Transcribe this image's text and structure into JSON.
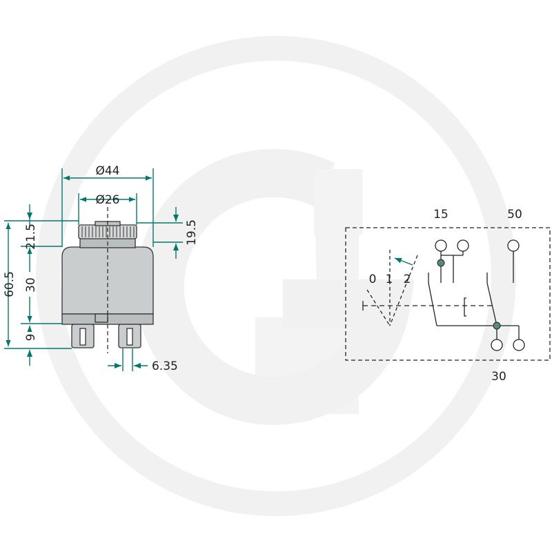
{
  "colors": {
    "dimension": "#00796b",
    "watermark": "#f1f1f1",
    "body_fill": "#c9cdcd",
    "body_stroke": "#333333",
    "junction": "#5a8a7a"
  },
  "watermark": {
    "icon": "g-logo-icon"
  },
  "switch_drawing": {
    "dimensions": {
      "outer_diameter": "Ø44",
      "inner_diameter": "Ø26",
      "total_height": "60.5",
      "cap_height": "21.5",
      "cap_height_right": "19.5",
      "body_height": "30",
      "terminal_height": "9",
      "terminal_width": "6.35"
    }
  },
  "schematic": {
    "terminals": {
      "t15": "15",
      "t50": "50",
      "t30": "30"
    },
    "positions": [
      "0",
      "1",
      "2"
    ]
  }
}
